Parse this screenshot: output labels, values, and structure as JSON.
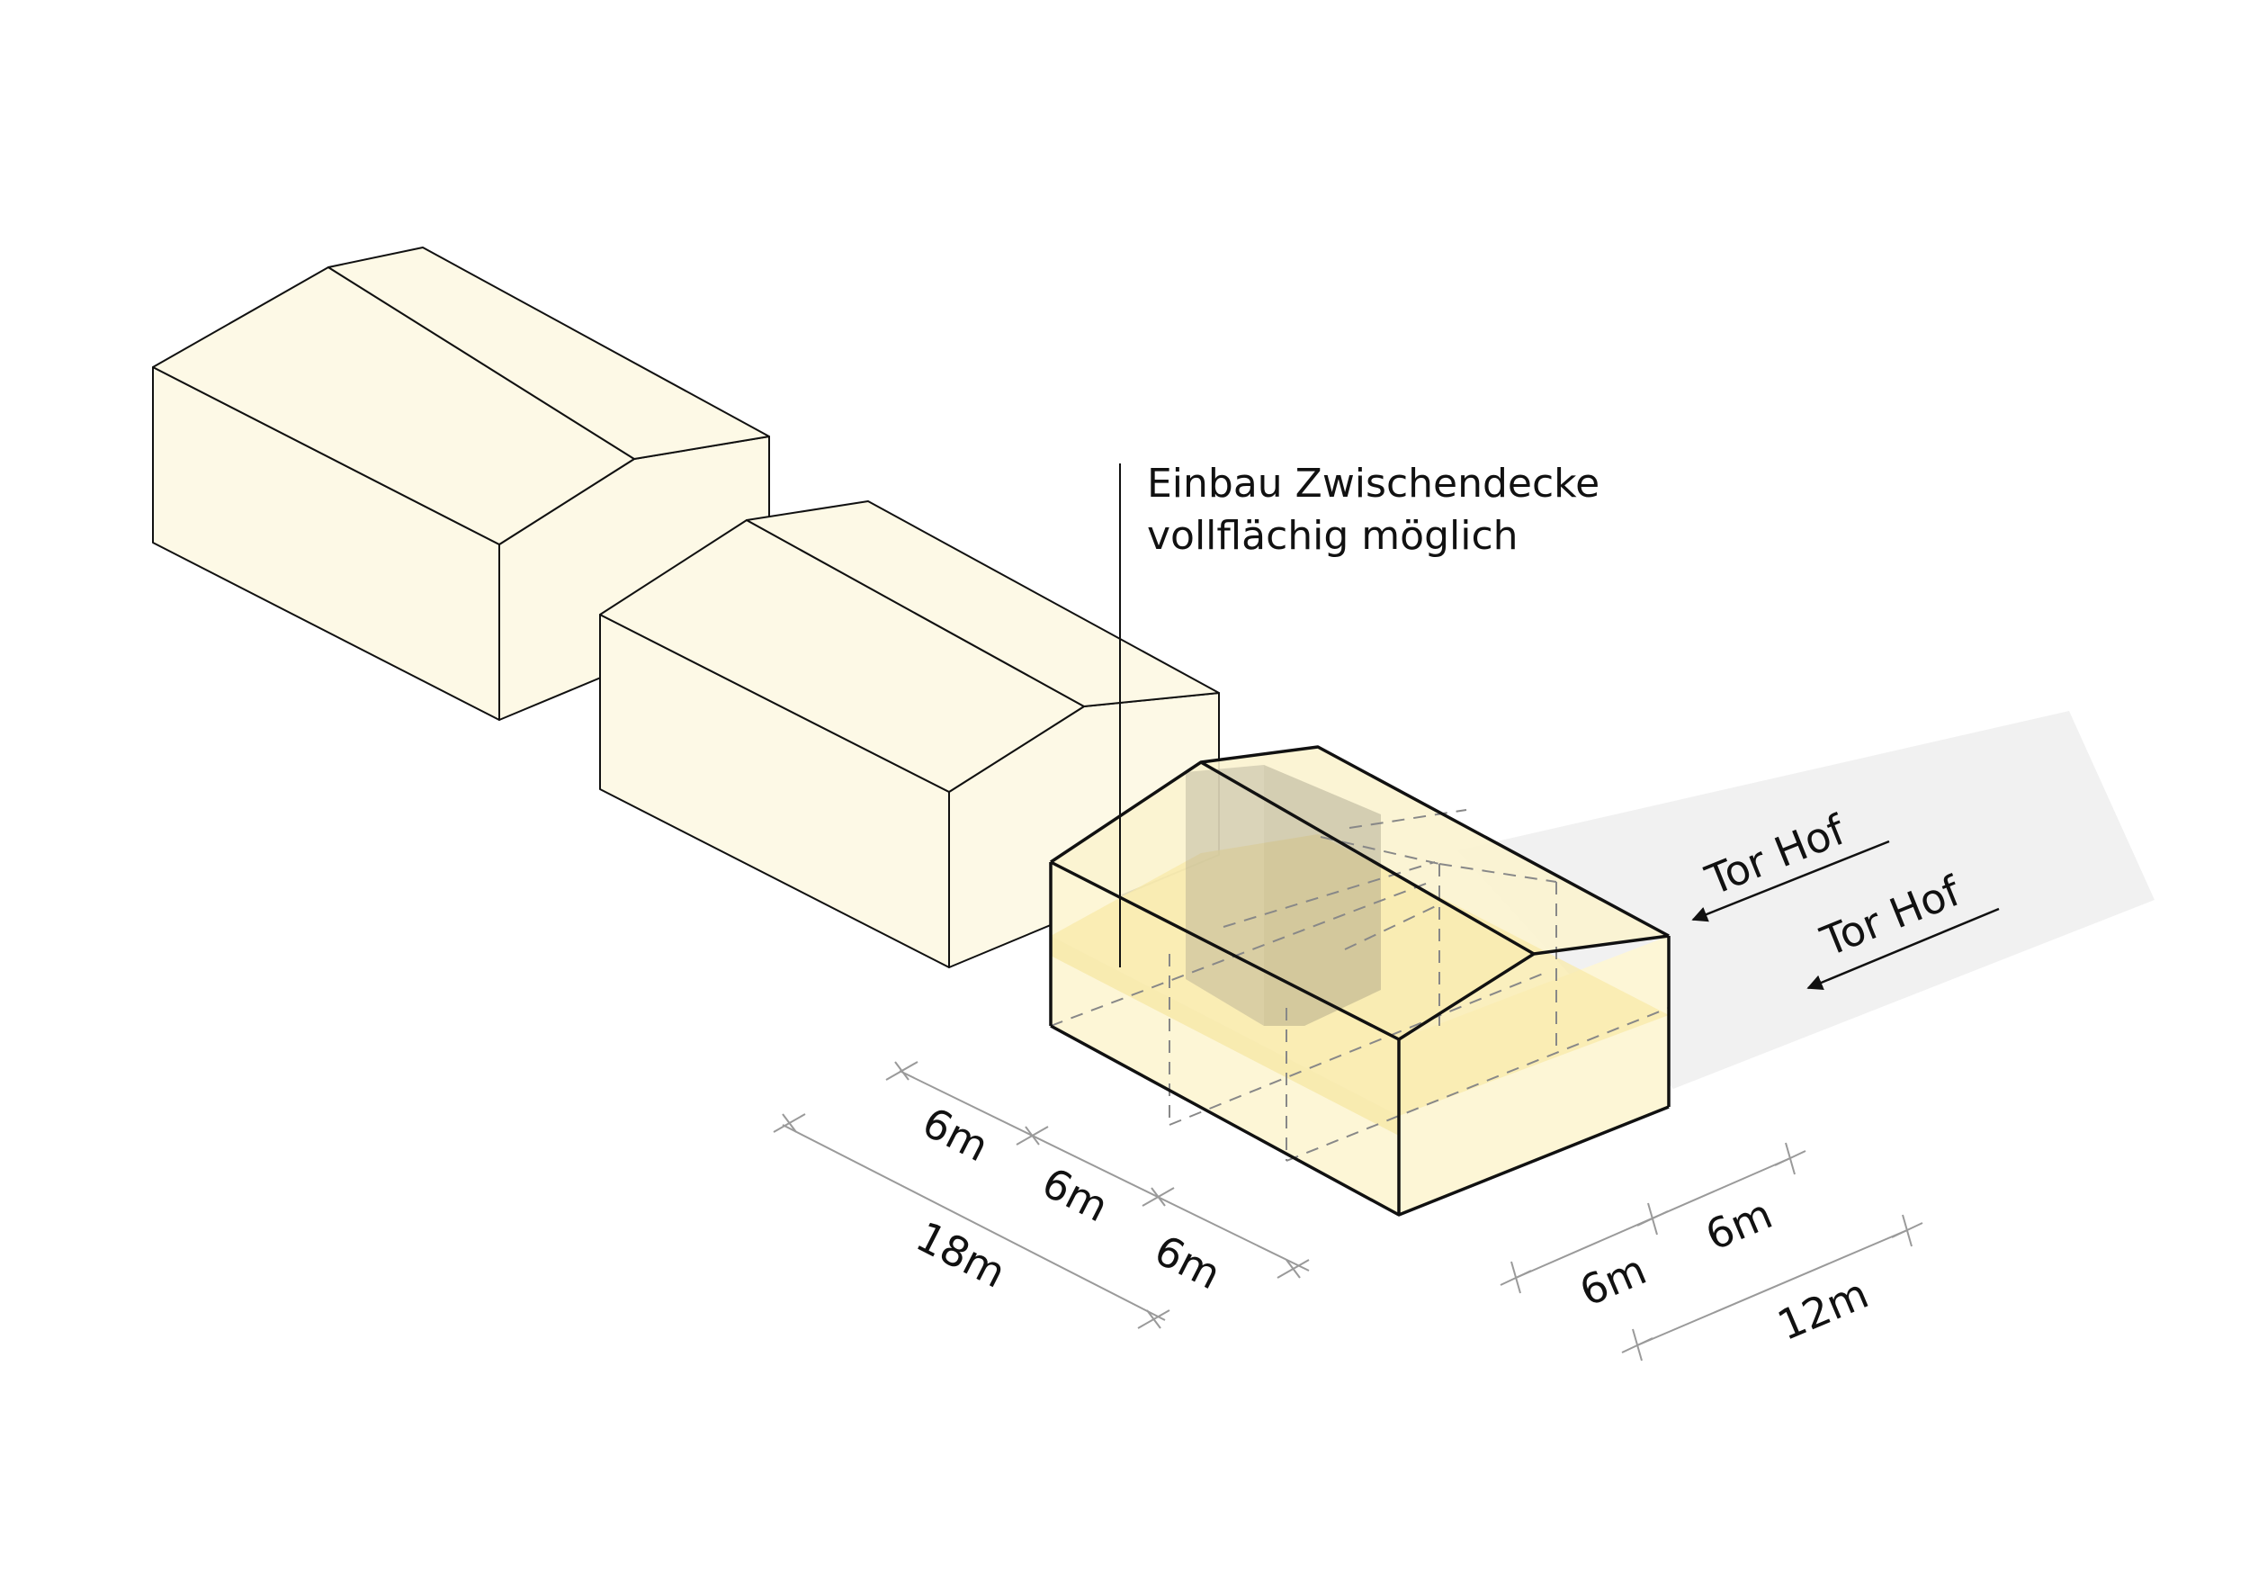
{
  "annotation": {
    "line1": "Einbau Zwischendecke",
    "line2": "vollflächig möglich"
  },
  "arrows": {
    "upper": "Tor Hof",
    "lower": "Tor Hof"
  },
  "dimensions": {
    "length_segment_1": "6m",
    "length_segment_2": "6m",
    "length_segment_3": "6m",
    "length_total": "18m",
    "width_segment_1": "6m",
    "width_segment_2": "6m",
    "width_total": "12m"
  },
  "colors": {
    "building_fill": "#fdf9e6",
    "ghost_fill": "#fbf3cf",
    "floor_band": "#f8eaa8",
    "shadow": "#f1f1f1",
    "stroke": "#111111",
    "pillar": "#9e9886"
  }
}
